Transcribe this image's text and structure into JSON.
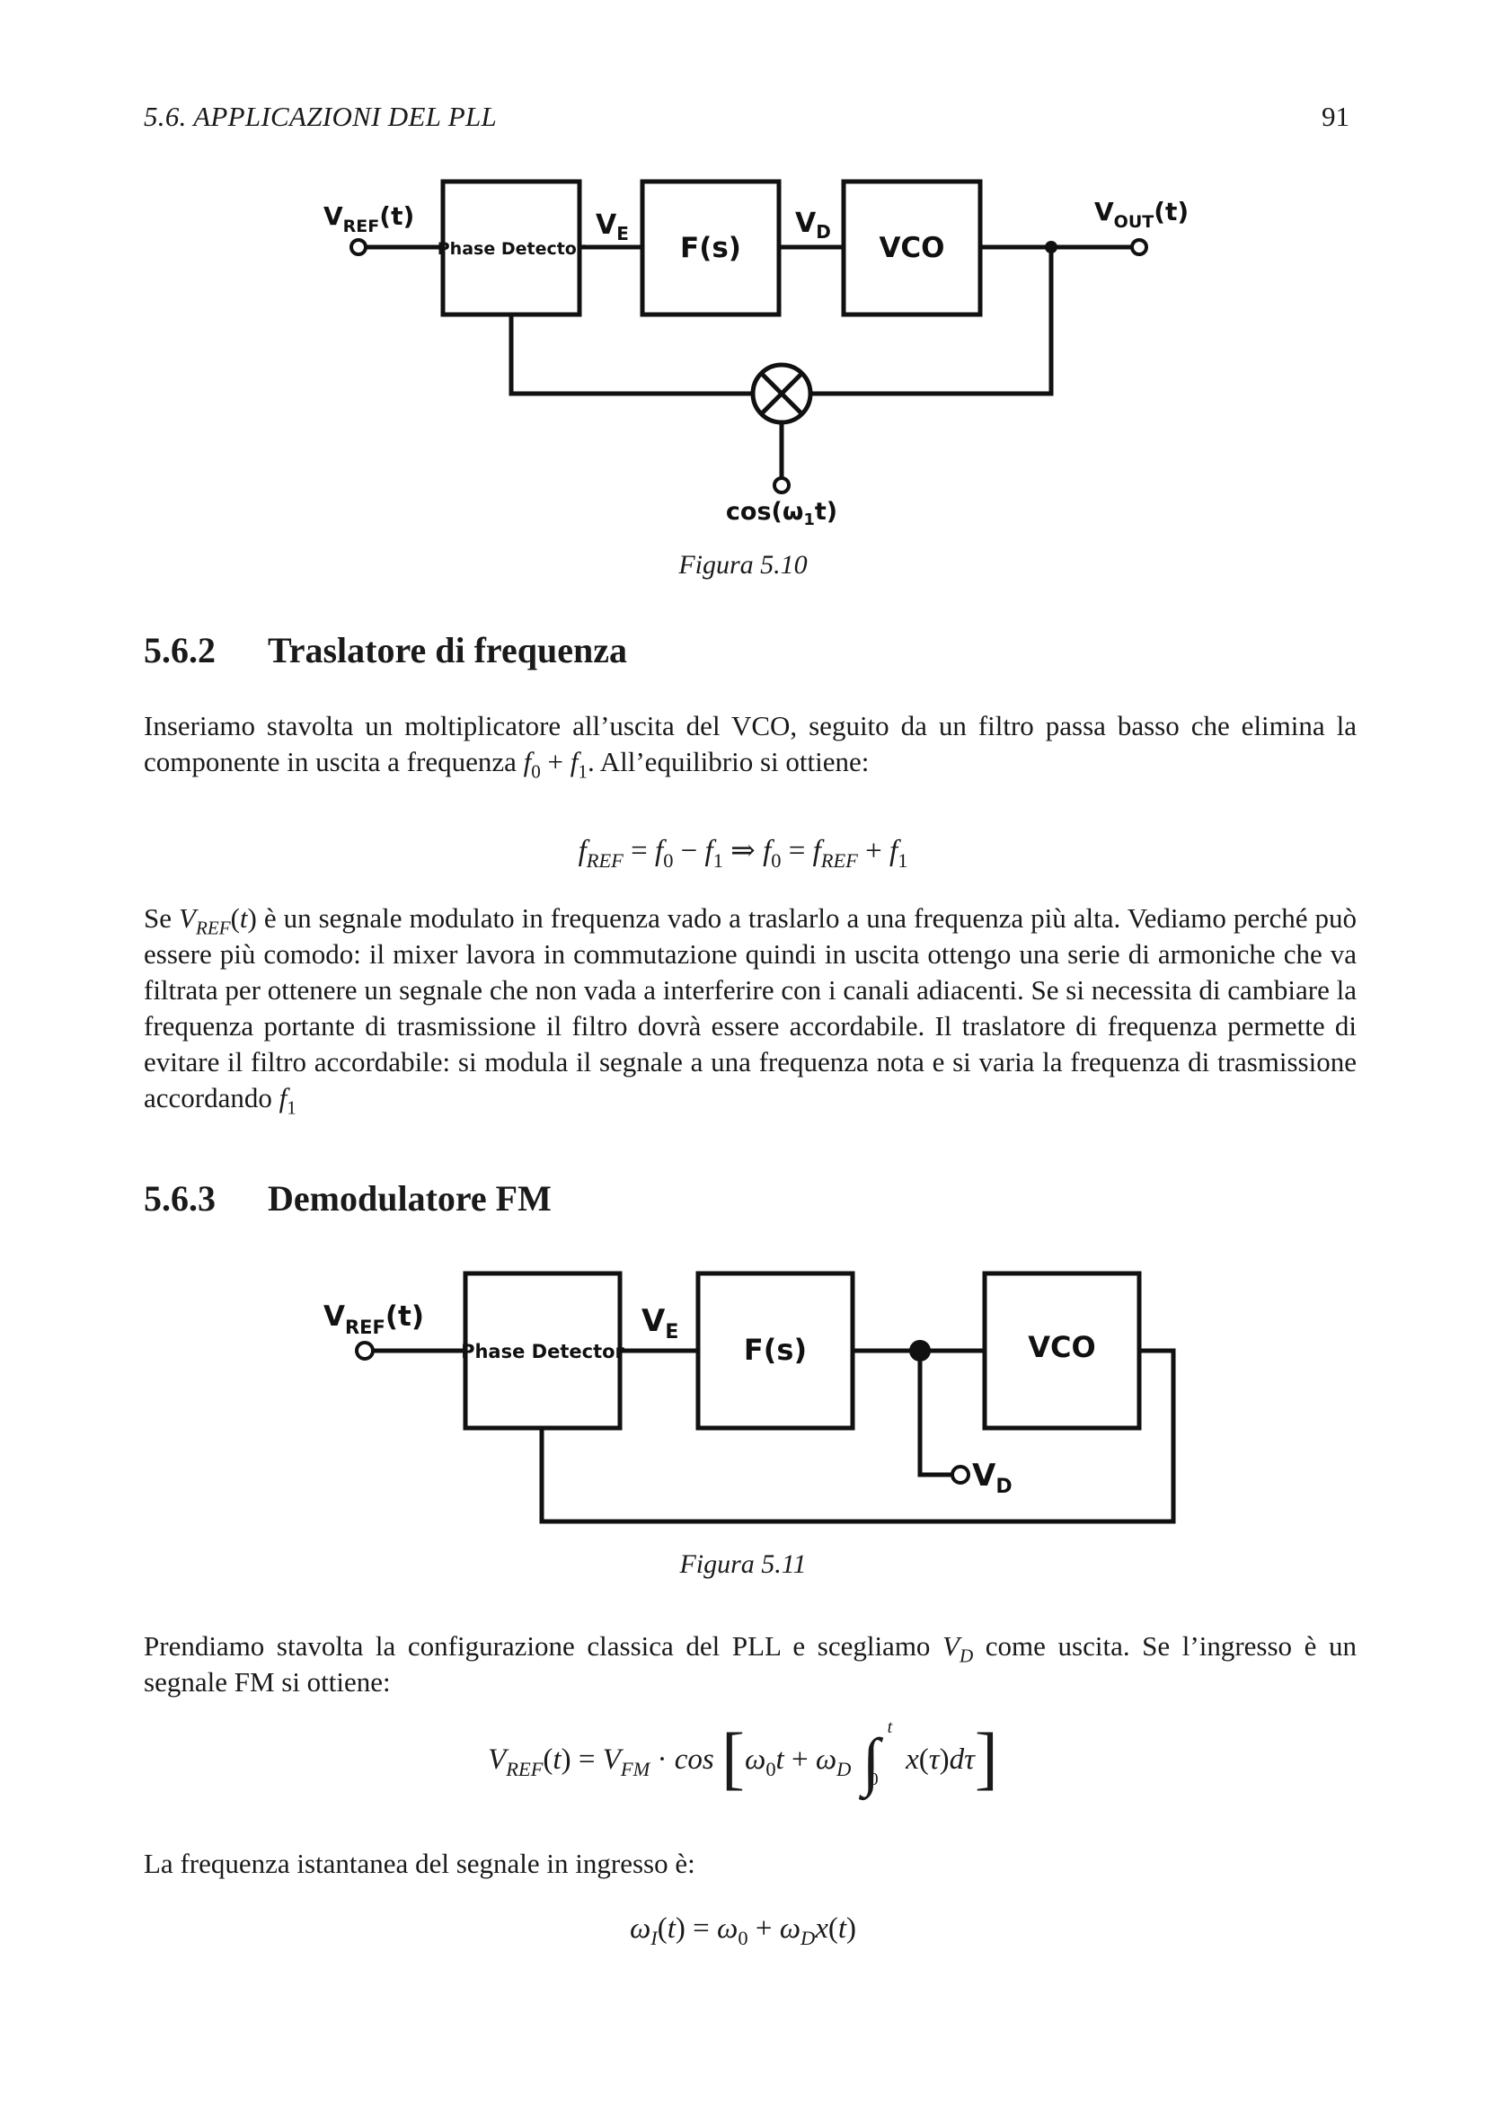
{
  "header": {
    "running_head": "5.6.   APPLICAZIONI DEL PLL",
    "page_number": "91"
  },
  "figure1": {
    "input_label": "V",
    "input_sub": "REF",
    "input_arg": "(t)",
    "block_pd": "Phase Detector",
    "ve_label": "V",
    "ve_sub": "E",
    "block_filter": "F(s)",
    "vd_label": "V",
    "vd_sub": "D",
    "block_vco": "VCO",
    "output_label": "V",
    "output_sub": "OUT",
    "output_arg": "(t)",
    "mixer_input_label": "cos(ω",
    "mixer_input_sub": "1",
    "mixer_input_arg": "t)",
    "caption": "Figura 5.10"
  },
  "section_562": {
    "number": "5.6.2",
    "title": "Traslatore di frequenza",
    "p1_a": "Inseriamo stavolta un moltiplicatore all’uscita del VCO, seguito da un filtro passa basso che elimina la componente in uscita a frequenza ",
    "p1_b": ". All’equilibrio si ottiene:",
    "p2_a": "Se ",
    "p2_b": " è un segnale modulato in frequenza vado a traslarlo a una frequenza più alta. Vediamo perché può essere più comodo: il mixer lavora in commutazione quindi in uscita ottengo una serie di armoniche che va filtrata per ottenere un segnale che non vada a interferire con i canali adiacenti. Se si necessita di cambiare la frequenza portante di trasmissione il filtro dovrà essere accordabile. Il traslatore di frequenza permette di evitare il filtro accordabile: si modula il segnale a una frequenza nota e si varia la frequenza di trasmissione accordando "
  },
  "section_563": {
    "number": "5.6.3",
    "title": "Demodulatore FM",
    "p1_a": "Prendiamo stavolta la configurazione classica del PLL e scegliamo ",
    "p1_b": " come uscita. Se l’ingresso è un segnale FM si ottiene:",
    "p2": "La frequenza istantanea del segnale in ingresso è:"
  },
  "figure2": {
    "input_label": "V",
    "input_sub": "REF",
    "input_arg": "(t)",
    "block_pd": "Phase Detector",
    "ve_label": "V",
    "ve_sub": "E",
    "block_filter": "F(s)",
    "block_vco": "VCO",
    "vd_label": "V",
    "vd_sub": "D",
    "caption": "Figura 5.11"
  }
}
